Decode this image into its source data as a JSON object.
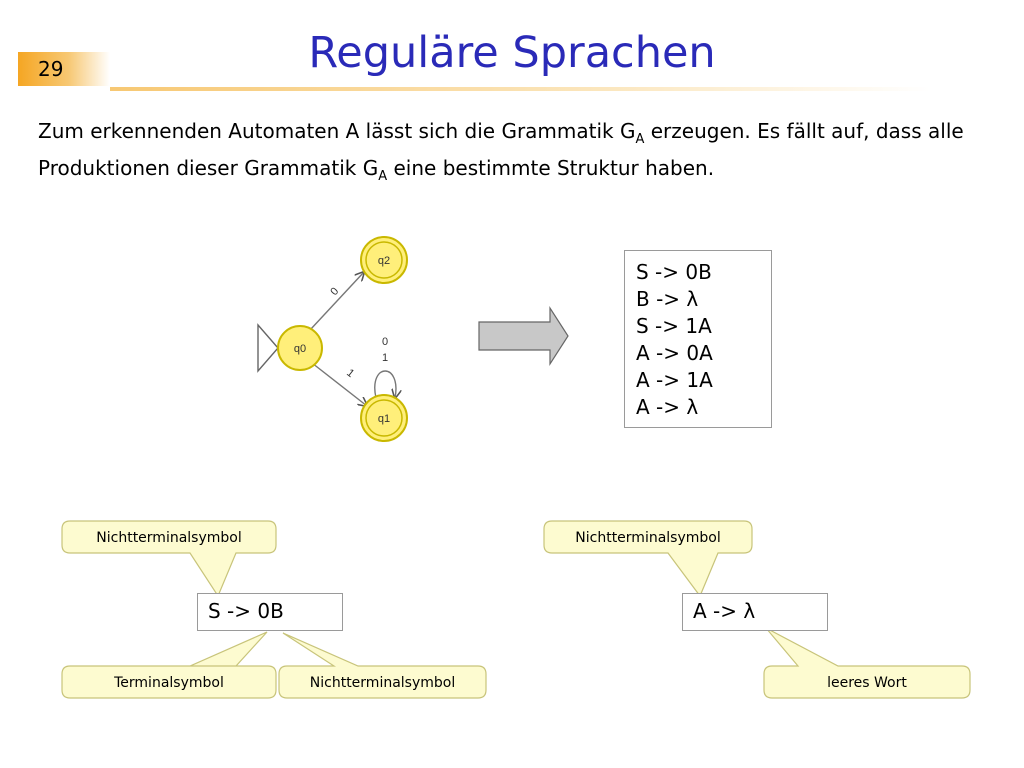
{
  "slide": {
    "number": "29",
    "title": "Reguläre Sprachen",
    "intro": {
      "line1_pre": "Zum erkennenden Automaten A lässt sich die Grammatik G",
      "line1_sub": "A",
      "line1_post": " erzeugen. Es fällt auf, dass alle",
      "line2_pre": "Produktionen dieser Grammatik G",
      "line2_sub": "A",
      "line2_post": " eine bestimmte Struktur haben."
    }
  },
  "automaton": {
    "states": [
      {
        "id": "q0",
        "label": "q0",
        "initial": true,
        "final": false
      },
      {
        "id": "q1",
        "label": "q1",
        "initial": false,
        "final": true
      },
      {
        "id": "q2",
        "label": "q2",
        "initial": false,
        "final": true
      }
    ],
    "transitions": [
      {
        "from": "q0",
        "to": "q2",
        "label": "0"
      },
      {
        "from": "q0",
        "to": "q1",
        "label": "1"
      },
      {
        "from": "q1",
        "to": "q1",
        "labels": [
          "0",
          "1"
        ]
      }
    ],
    "state_fill": "#ffef7a",
    "state_stroke": "#c9b800"
  },
  "grammar": {
    "rules": [
      "S -> 0B",
      "B -> λ",
      "S -> 1A",
      "A -> 0A",
      "A -> 1A",
      "A -> λ"
    ]
  },
  "examples": {
    "left": {
      "production": "S -> 0B",
      "callout_top": "Nichtterminalsymbol",
      "callout_bottom_left": "Terminalsymbol",
      "callout_bottom_right": "Nichtterminalsymbol"
    },
    "right": {
      "production": "A -> λ",
      "callout_top": "Nichtterminalsymbol",
      "callout_bottom": "leeres Wort"
    }
  },
  "colors": {
    "title": "#2a2ab8",
    "callout_fill": "#fdfbd0",
    "callout_stroke": "#c8c47a",
    "arrow_fill": "#c8c8c8"
  }
}
